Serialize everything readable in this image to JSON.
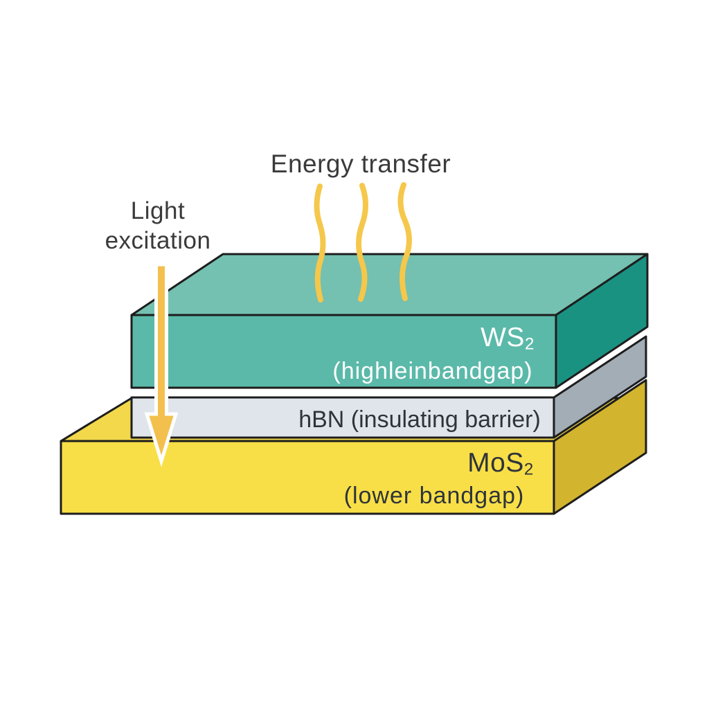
{
  "colors": {
    "background": "#ffffff",
    "outline": "#1d1d1d",
    "wave": "#f5c74b",
    "arrow_fill": "#f3c04e",
    "arrow_outline": "#ffffff",
    "ws2_front": "#5bb9a9",
    "ws2_top": "#74c0b1",
    "ws2_side": "#1a9282",
    "hbn_front": "#dfe5eb",
    "hbn_side": "#a2adb6",
    "mos2_front": "#f9df47",
    "mos2_top": "#f2d84a",
    "mos2_side": "#d2b42e"
  },
  "annotations": {
    "energy_transfer": "Energy transfer",
    "light_excitation_line1": "Light",
    "light_excitation_line2": "excitation"
  },
  "layers": {
    "ws2": {
      "formula": "WS",
      "formula_sub": "2",
      "note": "(highleinbandgap)"
    },
    "hbn": {
      "label": "hBN (insulating barrier)"
    },
    "mos2": {
      "formula": "MoS",
      "formula_sub": "2",
      "note": "(lower bandgap)"
    }
  }
}
